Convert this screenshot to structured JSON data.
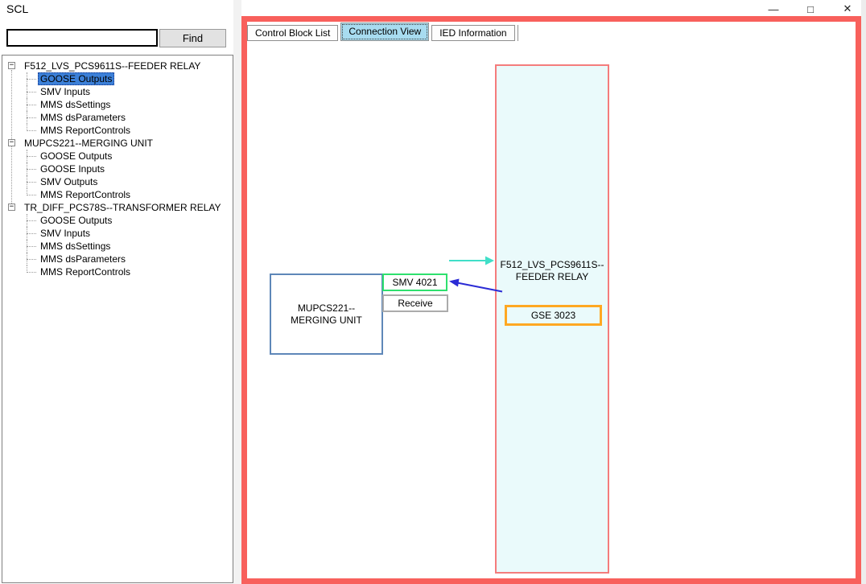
{
  "window": {
    "title": "SCL"
  },
  "window_controls": {
    "minimize": "—",
    "maximize": "□",
    "close": "✕"
  },
  "sidebar": {
    "search_value": "",
    "find_label": "Find",
    "expander_glyph": "−",
    "tree_rows": [
      {
        "label": "F512_LVS_PCS9611S--FEEDER RELAY",
        "level": 0
      },
      {
        "label": "GOOSE Outputs",
        "level": 1,
        "selected": true
      },
      {
        "label": "SMV Inputs",
        "level": 1
      },
      {
        "label": "MMS dsSettings",
        "level": 1
      },
      {
        "label": "MMS dsParameters",
        "level": 1
      },
      {
        "label": "MMS ReportControls",
        "level": 1
      },
      {
        "label": "MUPCS221--MERGING UNIT",
        "level": 0
      },
      {
        "label": "GOOSE Outputs",
        "level": 1
      },
      {
        "label": "GOOSE Inputs",
        "level": 1
      },
      {
        "label": "SMV Outputs",
        "level": 1
      },
      {
        "label": "MMS ReportControls",
        "level": 1
      },
      {
        "label": "TR_DIFF_PCS78S--TRANSFORMER RELAY",
        "level": 0
      },
      {
        "label": "GOOSE Outputs",
        "level": 1
      },
      {
        "label": "SMV Inputs",
        "level": 1
      },
      {
        "label": "MMS dsSettings",
        "level": 1
      },
      {
        "label": "MMS dsParameters",
        "level": 1
      },
      {
        "label": "MMS ReportControls",
        "level": 1
      }
    ]
  },
  "tabs": {
    "items": [
      {
        "label": "Control Block List",
        "selected": false
      },
      {
        "label": "Connection View",
        "selected": true
      },
      {
        "label": "IED Information",
        "selected": false
      }
    ]
  },
  "diagram": {
    "ied_box_label": "F512_LVS_PCS9611S--FEEDER RELAY",
    "merging_unit_label": "MUPCS221--MERGING UNIT",
    "smv_label": "SMV 4021",
    "receive_label": "Receive",
    "gse_label": "GSE 3023"
  },
  "colors": {
    "panel_border": "#f8605c",
    "ied_border": "#f47c7c",
    "ied_fill": "#eafafb",
    "smv_border": "#2ee06e",
    "receive_border": "#ababab",
    "gse_border": "#ffa822",
    "merging_unit_border": "#5e87b8",
    "smv_arrow": "#40dfc8",
    "goose_arrow": "#2b2bd5",
    "tab_selected": "#a8dcf0",
    "tree_selection": "#3c80d8"
  }
}
